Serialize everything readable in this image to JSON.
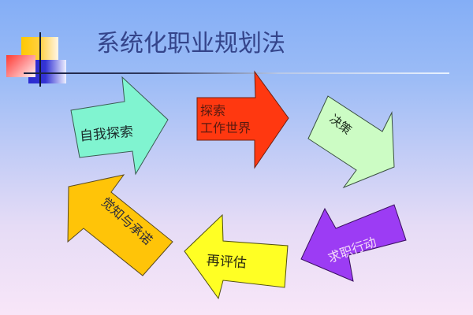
{
  "slide": {
    "title": "系统化职业规划法",
    "background": {
      "top": "#84aef6",
      "bottom": "#f8e6f8"
    }
  },
  "logo": {
    "icon": "decorative-squares-logo",
    "colors": {
      "yellow": "#ffc800",
      "red": "#ff3a30",
      "blue": "#2a2ad0"
    }
  },
  "steps": [
    {
      "id": 1,
      "label": "自我探索",
      "color": "#80f4d0",
      "direction": "right"
    },
    {
      "id": 2,
      "label_line1": "探索",
      "label_line2": "工作世界",
      "label": "探索工作世界",
      "color": "#ff3810",
      "direction": "right"
    },
    {
      "id": 3,
      "label": "决策",
      "color": "#ccfcc4",
      "direction": "down-right"
    },
    {
      "id": 4,
      "label": "求职行动",
      "color": "#9c3cf4",
      "direction": "left-down",
      "text_color": "#f4dcf8"
    },
    {
      "id": 5,
      "label": "再评估",
      "color": "#ffff24",
      "direction": "left"
    },
    {
      "id": 6,
      "label": "觉知与承诺",
      "color": "#ffc408",
      "direction": "up-left"
    }
  ]
}
